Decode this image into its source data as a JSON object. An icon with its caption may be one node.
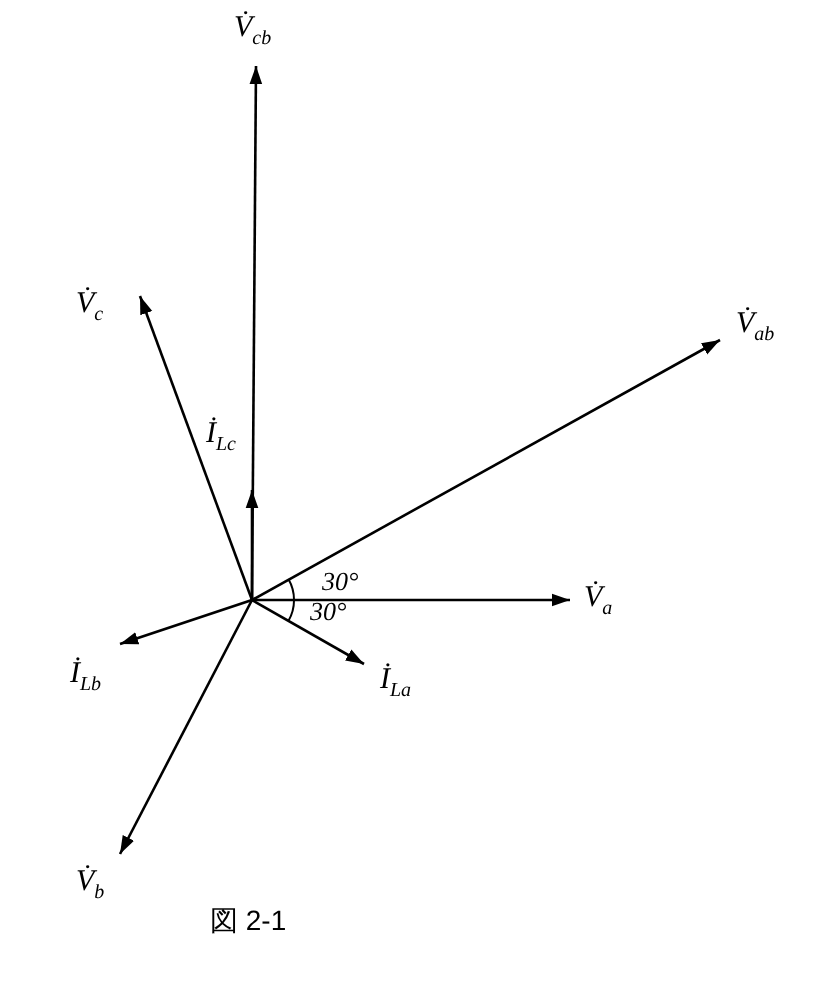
{
  "diagram": {
    "caption": "図 2-1",
    "labels": [
      "V̇$_{cb}$",
      "V̇$_{c}$",
      "V̇$_{ab}$",
      "İ$_{Lc}$",
      "30°",
      "30°",
      "V̇$_{a}$",
      "İ$_{Lb}$",
      "İ$_{La}$",
      "V̇$_{b}$"
    ]
  }
}
